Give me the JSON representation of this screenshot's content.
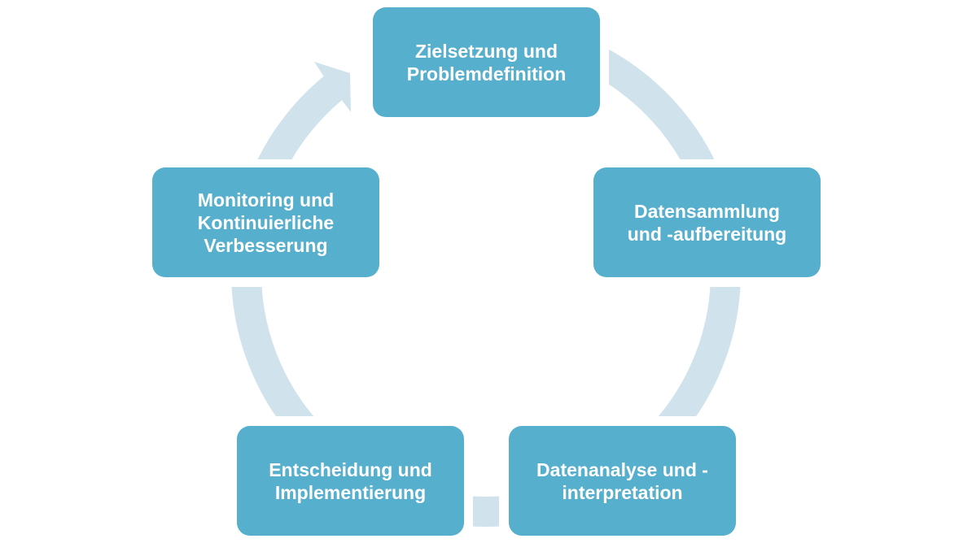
{
  "diagram": {
    "type": "cycle",
    "colors": {
      "box_fill": "#56afcd",
      "box_text": "#ffffff",
      "ring": "#d0e3ec",
      "background": "#ffffff"
    },
    "steps": [
      {
        "label": "Zielsetzung und\nProblemdefinition"
      },
      {
        "label": "Datensammlung\nund -aufbereitung"
      },
      {
        "label": "Datenanalyse und -\ninterpretation"
      },
      {
        "label": "Entscheidung und\nImplementierung"
      },
      {
        "label": "Monitoring und\nKontinuierliche\nVerbesserung"
      }
    ],
    "cycle_direction": "clockwise",
    "arrow_icon": "curved-arrow-into-first-step"
  }
}
